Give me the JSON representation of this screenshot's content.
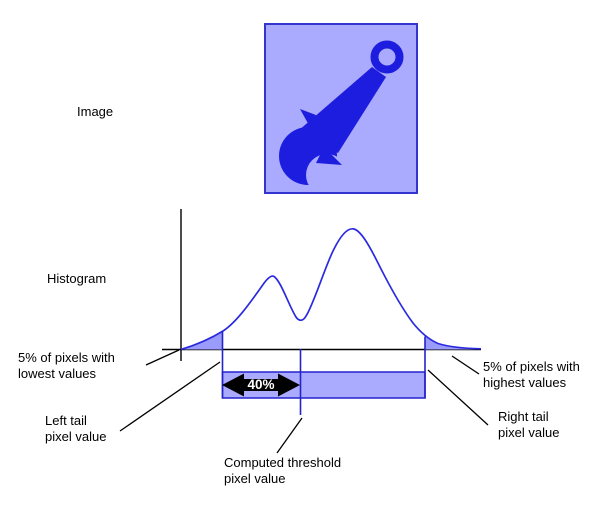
{
  "figure": {
    "image_label": "Image",
    "histogram_label": "Histogram"
  },
  "annotations": {
    "lowest_tail": "5% of pixels with\nlowest values",
    "highest_tail": "5% of pixels with\nhighest values",
    "left_tail": "Left tail\npixel value",
    "right_tail": "Right tail\npixel value",
    "threshold": "Computed threshold\npixel value",
    "percent_span": "40%"
  },
  "colors": {
    "box_fill": "#aaaaff",
    "box_border": "#3434cf",
    "wrench_blue": "#1d1de0",
    "curve_blue": "#2a2ae0",
    "tail_fill": "#9b9bfc",
    "bar_fill": "#aaaaff",
    "bar_border": "#2323cc",
    "arrow_fill": "#000000",
    "text": "#000000"
  },
  "chart_data": {
    "type": "area",
    "title": "Histogram",
    "description": "Bimodal pixel-value histogram; 5% tails shaded, threshold at 40% between left and right tail pixel values",
    "xlabel": "",
    "ylabel": "",
    "grid": false,
    "shaded_tail_fraction_each": 0.05,
    "threshold_span_label": "40%",
    "markers_relative_x": {
      "left_tail": 0.14,
      "computed_threshold": 0.4,
      "right_tail": 0.81
    },
    "curve_points_relative": [
      [
        0.0,
        0.0
      ],
      [
        0.07,
        0.05
      ],
      [
        0.14,
        0.15
      ],
      [
        0.21,
        0.34
      ],
      [
        0.29,
        0.61
      ],
      [
        0.33,
        0.44
      ],
      [
        0.4,
        0.22
      ],
      [
        0.47,
        0.58
      ],
      [
        0.57,
        1.0
      ],
      [
        0.63,
        0.88
      ],
      [
        0.71,
        0.54
      ],
      [
        0.76,
        0.28
      ],
      [
        0.81,
        0.1
      ],
      [
        0.88,
        0.04
      ],
      [
        1.0,
        0.01
      ]
    ]
  }
}
